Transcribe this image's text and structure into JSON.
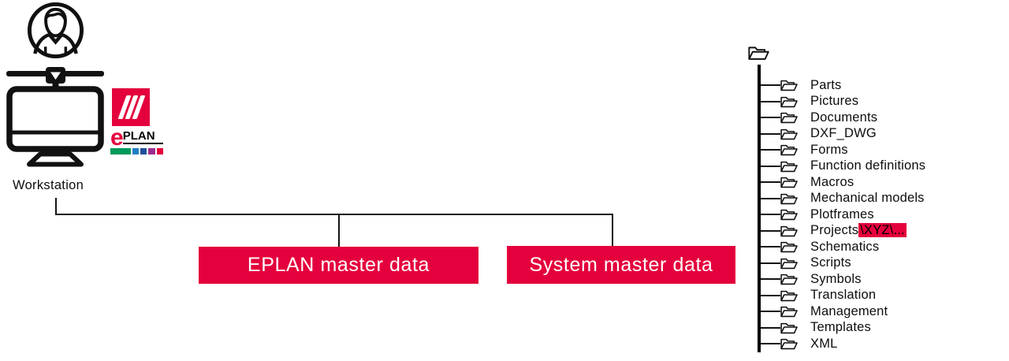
{
  "colors": {
    "accent": "#e4003c",
    "line": "#141414",
    "logo_bar": [
      "#00995c",
      "#1f7fc4",
      "#1f4e9c",
      "#9c2b8f",
      "#e4003c"
    ]
  },
  "icons": [
    "user-icon",
    "monitor-icon",
    "eplan-slashes-icon",
    "folder-icon"
  ],
  "workstation": {
    "label": "Workstation",
    "logo": {
      "e": "e",
      "plan": "PLAN"
    }
  },
  "nodes": {
    "eplan_master": "EPLAN master data",
    "system_master": "System master data"
  },
  "tree": {
    "items": [
      {
        "label": "Parts"
      },
      {
        "label": "Pictures"
      },
      {
        "label": "Documents"
      },
      {
        "label": "DXF_DWG"
      },
      {
        "label": "Forms"
      },
      {
        "label": "Function definitions"
      },
      {
        "label": "Macros"
      },
      {
        "label": "Mechanical models"
      },
      {
        "label": "Plotframes"
      },
      {
        "label": "Projects",
        "highlight": "\\XYZ\\..."
      },
      {
        "label": "Schematics"
      },
      {
        "label": "Scripts"
      },
      {
        "label": "Symbols"
      },
      {
        "label": "Translation"
      },
      {
        "label": "Management"
      },
      {
        "label": "Templates"
      },
      {
        "label": "XML"
      }
    ]
  }
}
